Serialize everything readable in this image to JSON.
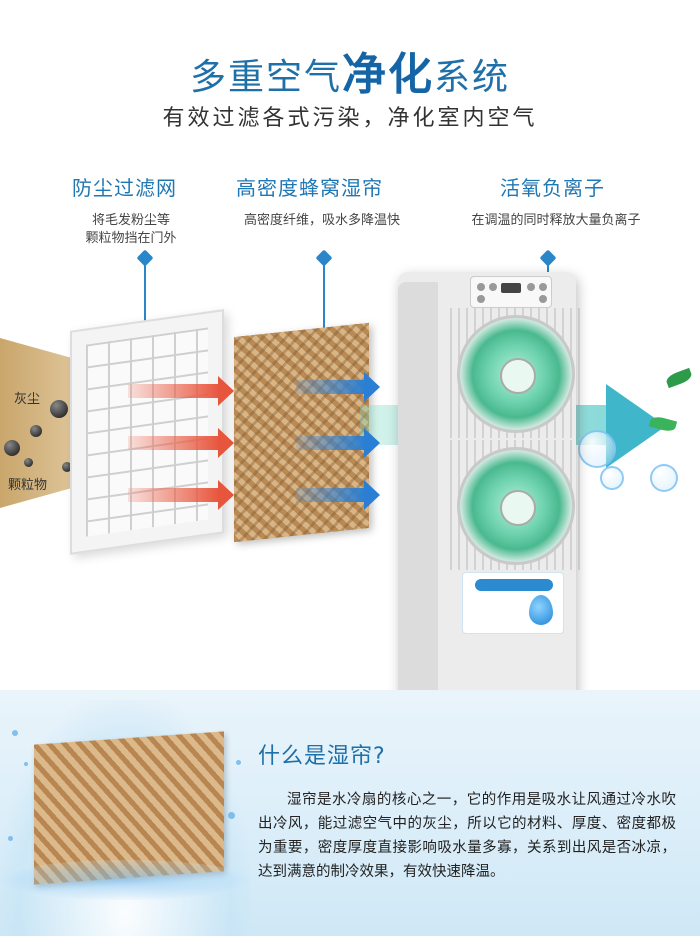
{
  "header": {
    "title_part1": "多重空气",
    "title_emphasis": "净化",
    "title_part2": "系统",
    "subtitle": "有效过滤各式污染，净化室内空气"
  },
  "features": [
    {
      "title": "防尘过滤网",
      "desc_line1": "将毛发粉尘等",
      "desc_line2": "颗粒物挡在门外"
    },
    {
      "title": "高密度蜂窝湿帘",
      "desc_line1": "高密度纤维，吸水多降温快",
      "desc_line2": ""
    },
    {
      "title": "活氧负离子",
      "desc_line1": "在调温的同时释放大量负离子",
      "desc_line2": ""
    }
  ],
  "illustration": {
    "dust_label": "灰尘",
    "particle_label": "颗粒物"
  },
  "faq": {
    "question": "什么是湿帘?",
    "answer": "湿帘是水冷扇的核心之一，它的作用是吸水让风通过冷水吹出冷风，能过滤空气中的灰尘，所以它的材料、厚度、密度都极为重要，密度厚度直接影响吸水量多寡，关系到出风是否冰凉，达到满意的制冷效果，有效快速降温。"
  },
  "colors": {
    "brand_blue": "#1f6fa8",
    "accent_blue": "#2a86c8",
    "warm_arrow": "#e8553d",
    "cool_arrow": "#2a7fd4"
  },
  "icons": [
    "pointer-marker-icon",
    "fan-icon",
    "water-drop-icon",
    "bubble-icon",
    "leaf-icon"
  ]
}
